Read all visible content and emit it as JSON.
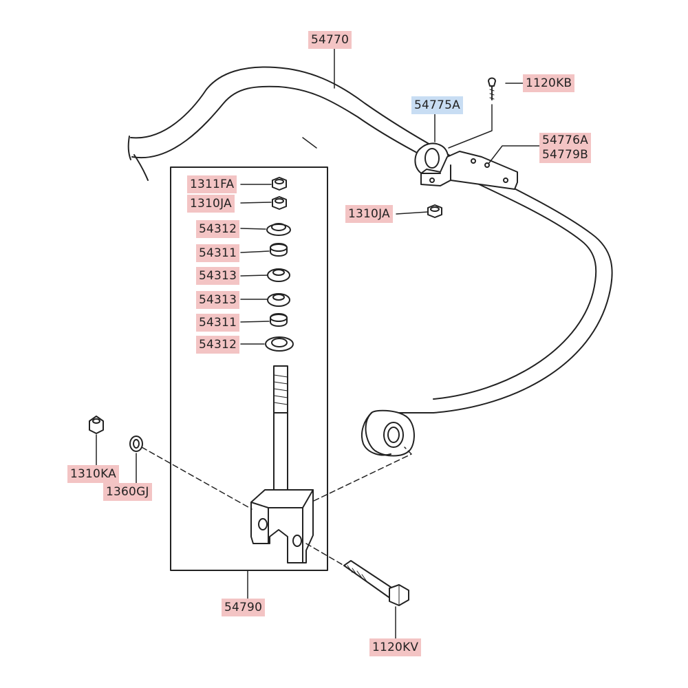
{
  "diagram": {
    "labels": [
      {
        "id": "l54770",
        "text": "54770",
        "style": "red"
      },
      {
        "id": "l1120KB",
        "text": "1120KB",
        "style": "red"
      },
      {
        "id": "l54775A",
        "text": "54775A",
        "style": "blue"
      },
      {
        "id": "l54776A",
        "lines": [
          "54776A",
          "54779B"
        ],
        "style": "red"
      },
      {
        "id": "l1311FA",
        "text": "1311FA",
        "style": "red"
      },
      {
        "id": "l1310JA_1",
        "text": "1310JA",
        "style": "red"
      },
      {
        "id": "l1310JA_2",
        "text": "1310JA",
        "style": "red"
      },
      {
        "id": "l54312_1",
        "text": "54312",
        "style": "red"
      },
      {
        "id": "l54311_1",
        "text": "54311",
        "style": "red"
      },
      {
        "id": "l54313_1",
        "text": "54313",
        "style": "red"
      },
      {
        "id": "l54313_2",
        "text": "54313",
        "style": "red"
      },
      {
        "id": "l54311_2",
        "text": "54311",
        "style": "red"
      },
      {
        "id": "l54312_2",
        "text": "54312",
        "style": "red"
      },
      {
        "id": "l1310KA",
        "text": "1310KA",
        "style": "red"
      },
      {
        "id": "l1360GJ",
        "text": "1360GJ",
        "style": "red"
      },
      {
        "id": "l54790",
        "text": "54790",
        "style": "red"
      },
      {
        "id": "l1120KV",
        "text": "1120KV",
        "style": "red"
      }
    ],
    "colors": {
      "label_red": "#f3c4c4",
      "label_blue": "#c8ddf3",
      "line": "#222222"
    }
  }
}
